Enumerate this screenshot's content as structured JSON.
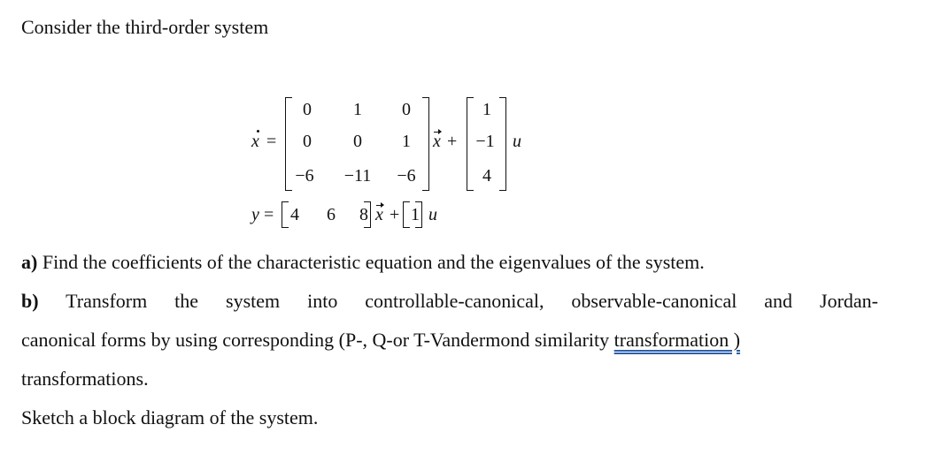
{
  "document": {
    "intro": "Consider the third-order system",
    "state_equation": {
      "lhs": "x",
      "equals": "=",
      "A": [
        [
          "0",
          "1",
          "0"
        ],
        [
          "0",
          "0",
          "1"
        ],
        [
          "−6",
          "−11",
          "−6"
        ]
      ],
      "state_vector": "x",
      "plus": "+",
      "B": [
        "1",
        "−1",
        "4"
      ],
      "input": "u"
    },
    "output_equation": {
      "lhs": "y",
      "equals": "=",
      "C": [
        "4",
        "6",
        "8"
      ],
      "state_vector": "x",
      "plus": "+",
      "D": "1",
      "input": "u"
    },
    "part_a": {
      "label": "a)",
      "text": " Find the coefficients of the characteristic equation and the eigenvalues of the system."
    },
    "part_b": {
      "label": "b)",
      "line1": " Transform the system into controllable-canonical, observable-canonical and Jordan-",
      "line2_prefix": "canonical forms by using corresponding (P-, Q-or T-Vandermond similarity ",
      "line2_flagged": "transformation )",
      "line3": "transformations."
    },
    "sketch": "Sketch a block diagram of the system."
  }
}
